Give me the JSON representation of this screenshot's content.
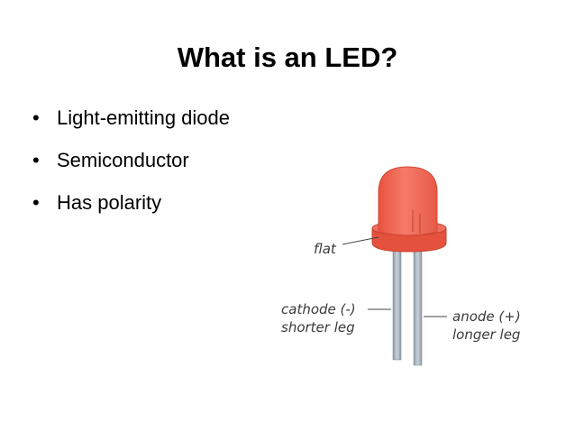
{
  "slide": {
    "title": "What is an LED?",
    "bullets": [
      {
        "text": "Light-emitting diode"
      },
      {
        "text": "Semiconductor"
      },
      {
        "text": "Has polarity"
      }
    ]
  },
  "diagram": {
    "labels": {
      "flat": "flat",
      "cathode_line1": "cathode (-)",
      "cathode_line2": "shorter leg",
      "anode_line1": "anode (+)",
      "anode_line2": "longer leg"
    },
    "colors": {
      "led_body": "#f26b5b",
      "led_rim": "#e2553f",
      "leg": "#a7b4c0",
      "leader": "#444444"
    }
  }
}
